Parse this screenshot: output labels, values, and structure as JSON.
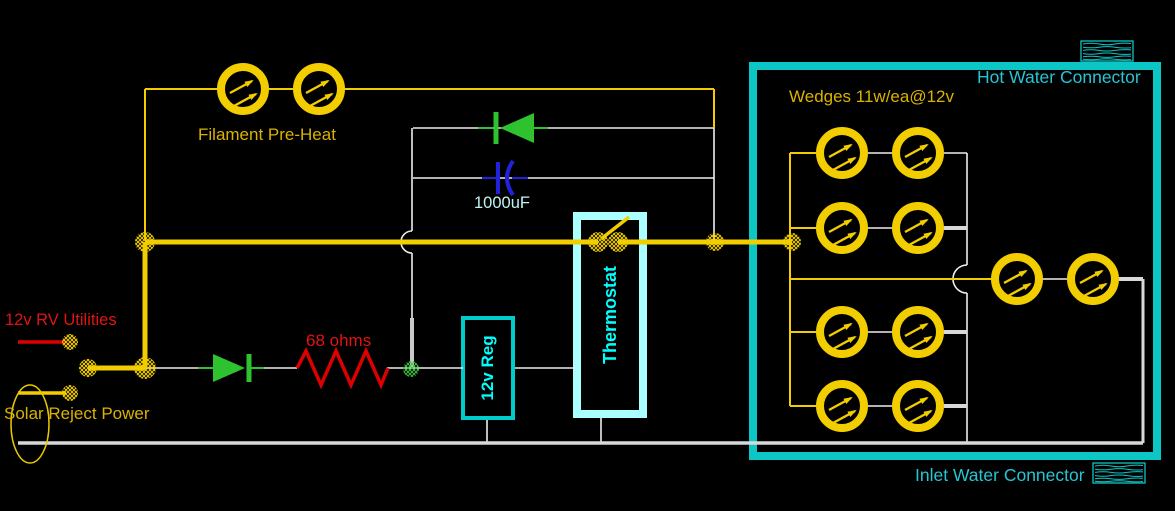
{
  "diagram": {
    "type": "circuit-schematic",
    "subject": "12v RV solar-reject water heater wiring diagram",
    "labels": {
      "filament_preheat": "Filament Pre-Heat",
      "capacitor_value": "1000uF",
      "rv_utilities": "12v RV Utilities",
      "resistor_value": "68 ohms",
      "solar_reject_power": "Solar Reject Power",
      "regulator": "12v Reg",
      "thermostat": "Thermostat",
      "wedges_rating": "Wedges 11w/ea@12v",
      "hot_water_connector": "Hot Water Connector",
      "inlet_water_connector": "Inlet Water Connector"
    },
    "components": {
      "preheat_lamp_count": 2,
      "wedge_lamp_count": 10,
      "wedge_left_bank_rows": 4,
      "wedge_left_bank_columns": 2,
      "wedge_middle_pair_count": 2
    },
    "colors": {
      "background": "#000000",
      "wire_yellow": "#F2CE00",
      "gold_text": "#D9B300",
      "red_text": "#E01414",
      "resistor_red": "#DD0000",
      "diode_green": "#2EC32E",
      "capacitor_blue": "#2222DD",
      "white_wire": "#EEEEEE",
      "gray_wire": "#C9C9C9",
      "ground_gray": "#D8D8D8",
      "box_teal": "#0CC6C6",
      "teal_text": "#25C6D4",
      "cyan_text": "#00FFFF",
      "thermostat_border": "#AAFFFF",
      "capacitor_label_cyan": "#BFF4F4"
    }
  }
}
